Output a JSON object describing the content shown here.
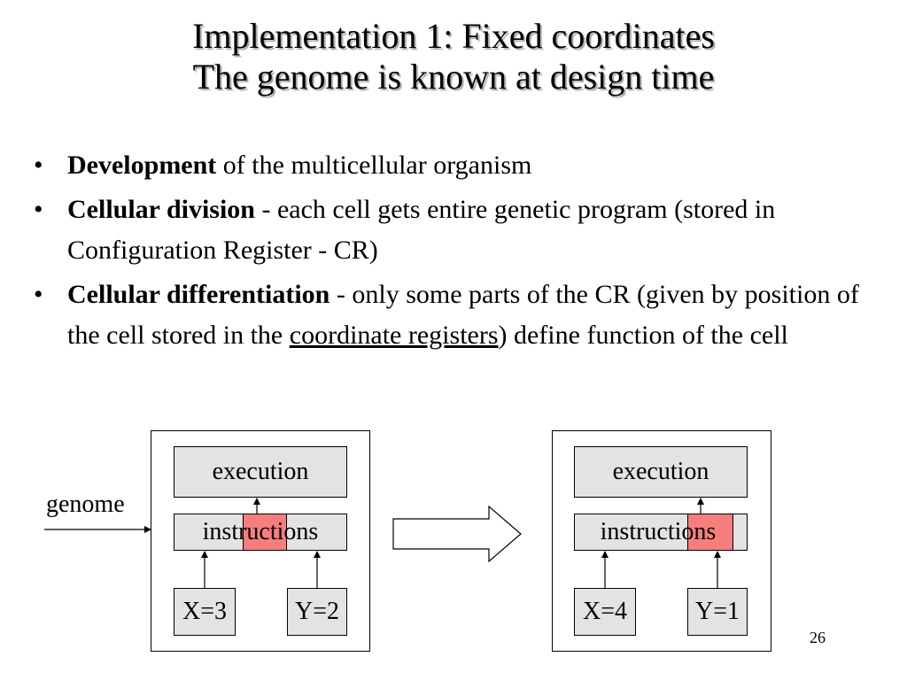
{
  "slide": {
    "title_line1": "Implementation 1: Fixed coordinates",
    "title_line2": "The genome is known at design time",
    "bullets": [
      {
        "bold": "Development",
        "text": " of the multicellular organism"
      },
      {
        "bold": "Cellular division",
        "text": " - each cell gets entire genetic program (stored in Configuration Register - CR)"
      },
      {
        "bold": "Cellular differentiation",
        "text_before": " - only some parts of the CR (given by position of the cell stored in the ",
        "underlined": "coordinate registers",
        "text_after": ") define function of the cell"
      }
    ],
    "page_number": "26"
  },
  "diagram": {
    "input_label": "genome",
    "left_cell": {
      "execution_label": "execution",
      "instructions_label": "instructions",
      "x_label": "X=3",
      "y_label": "Y=2"
    },
    "right_cell": {
      "execution_label": "execution",
      "instructions_label": "instructions",
      "x_label": "X=4",
      "y_label": "Y=1"
    },
    "colors": {
      "box_fill": "#e3e3e3",
      "highlight_fill": "#f87e7e"
    }
  }
}
